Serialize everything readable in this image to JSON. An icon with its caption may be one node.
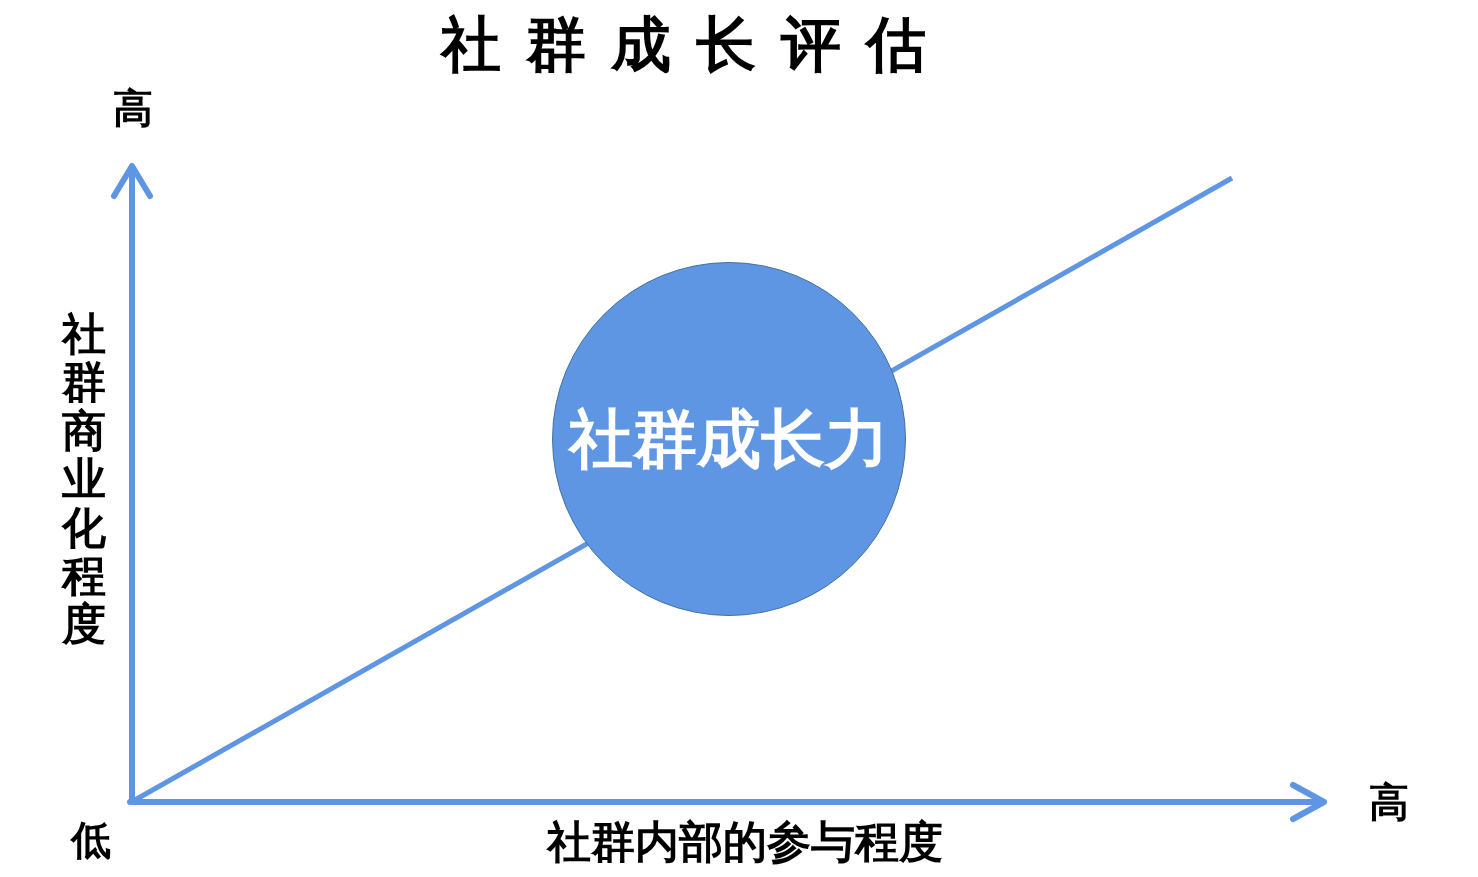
{
  "diagram": {
    "title": "社群成长评估",
    "nodes": [
      {
        "text": [
          "社群成长力"
        ]
      }
    ],
    "labels": [
      "高",
      "社群商业化程度",
      "低",
      "社群内部的参与程度",
      "高"
    ]
  }
}
